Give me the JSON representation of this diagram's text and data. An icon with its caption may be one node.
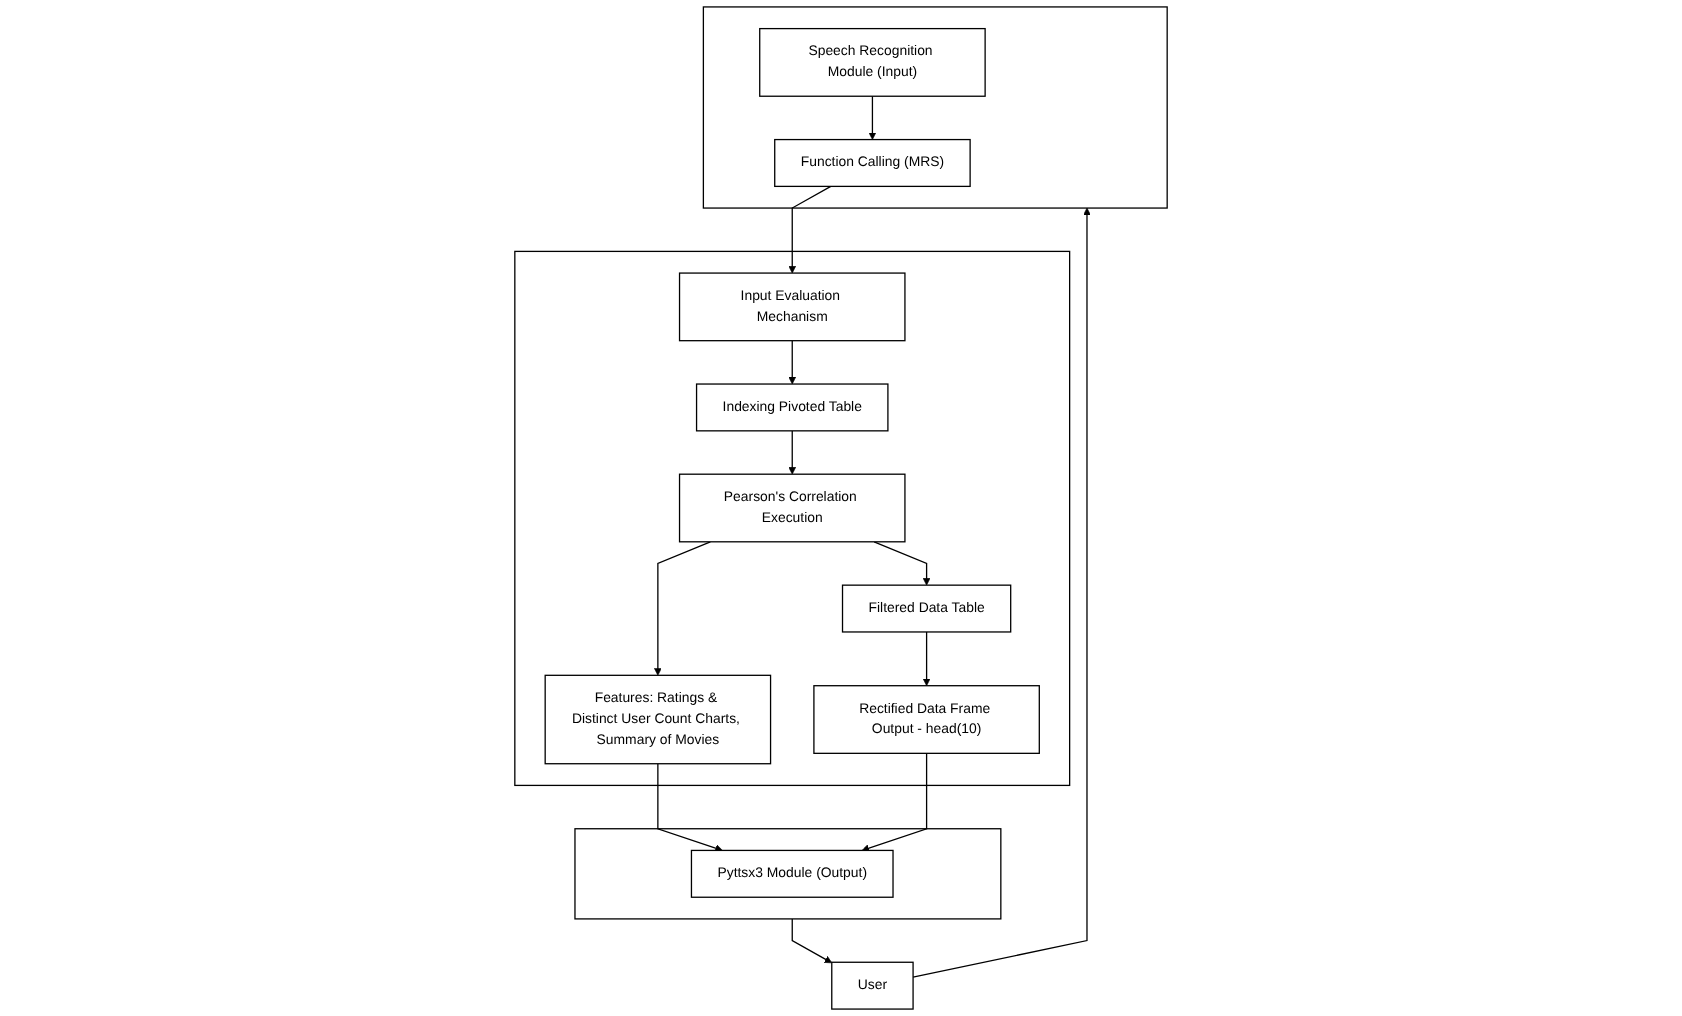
{
  "diagram": {
    "nodes": [
      {
        "text": [],
        "shape": "box"
      },
      {
        "text": [
          "Function Calling (MRS)"
        ],
        "in": 0
      },
      {
        "text": [
          "Speech Recognition Module (Input)"
        ],
        "in": 0
      },
      {
        "text": [],
        "shape": "box"
      },
      {
        "text": [
          "Input Evaluation Mechanism"
        ],
        "in": 3
      },
      {
        "text": [
          "Pearson's Correlation Execution"
        ],
        "in": 3
      },
      {
        "text": [
          "Filtered Data Table"
        ],
        "in": 3
      },
      {
        "text": [
          "Features: Ratings & Distinct User Count Charts, Summary of Movies"
        ],
        "in": 3
      },
      {
        "text": [
          "Indexing Pivoted Table"
        ],
        "in": 3
      },
      {
        "text": [
          "Rectified Data Frame Output - head(10)"
        ],
        "in": 3
      },
      {
        "text": [],
        "shape": "box"
      },
      {
        "text": [
          "Pyttsx3 Module (Output)"
        ],
        "in": 10
      },
      {
        "text": [
          "User"
        ]
      }
    ],
    "edges": [
      {
        "from": 2,
        "to": 1,
        "arrow": "to"
      },
      {
        "from": 1,
        "to": 4,
        "arrow": "to"
      },
      {
        "from": 4,
        "to": 8,
        "arrow": "to"
      },
      {
        "from": 8,
        "to": 5,
        "arrow": "to"
      },
      {
        "from": 5,
        "to": 6,
        "arrow": "to"
      },
      {
        "from": 5,
        "to": 7,
        "arrow": "to"
      },
      {
        "from": 6,
        "to": 9,
        "arrow": "to"
      },
      {
        "from": 7,
        "to": 11,
        "arrow": "to"
      },
      {
        "from": 9,
        "to": 11,
        "arrow": "to"
      },
      {
        "from": 10,
        "to": 12,
        "arrow": "to"
      },
      {
        "from": 12,
        "to": 0,
        "arrow": "to"
      }
    ]
  }
}
